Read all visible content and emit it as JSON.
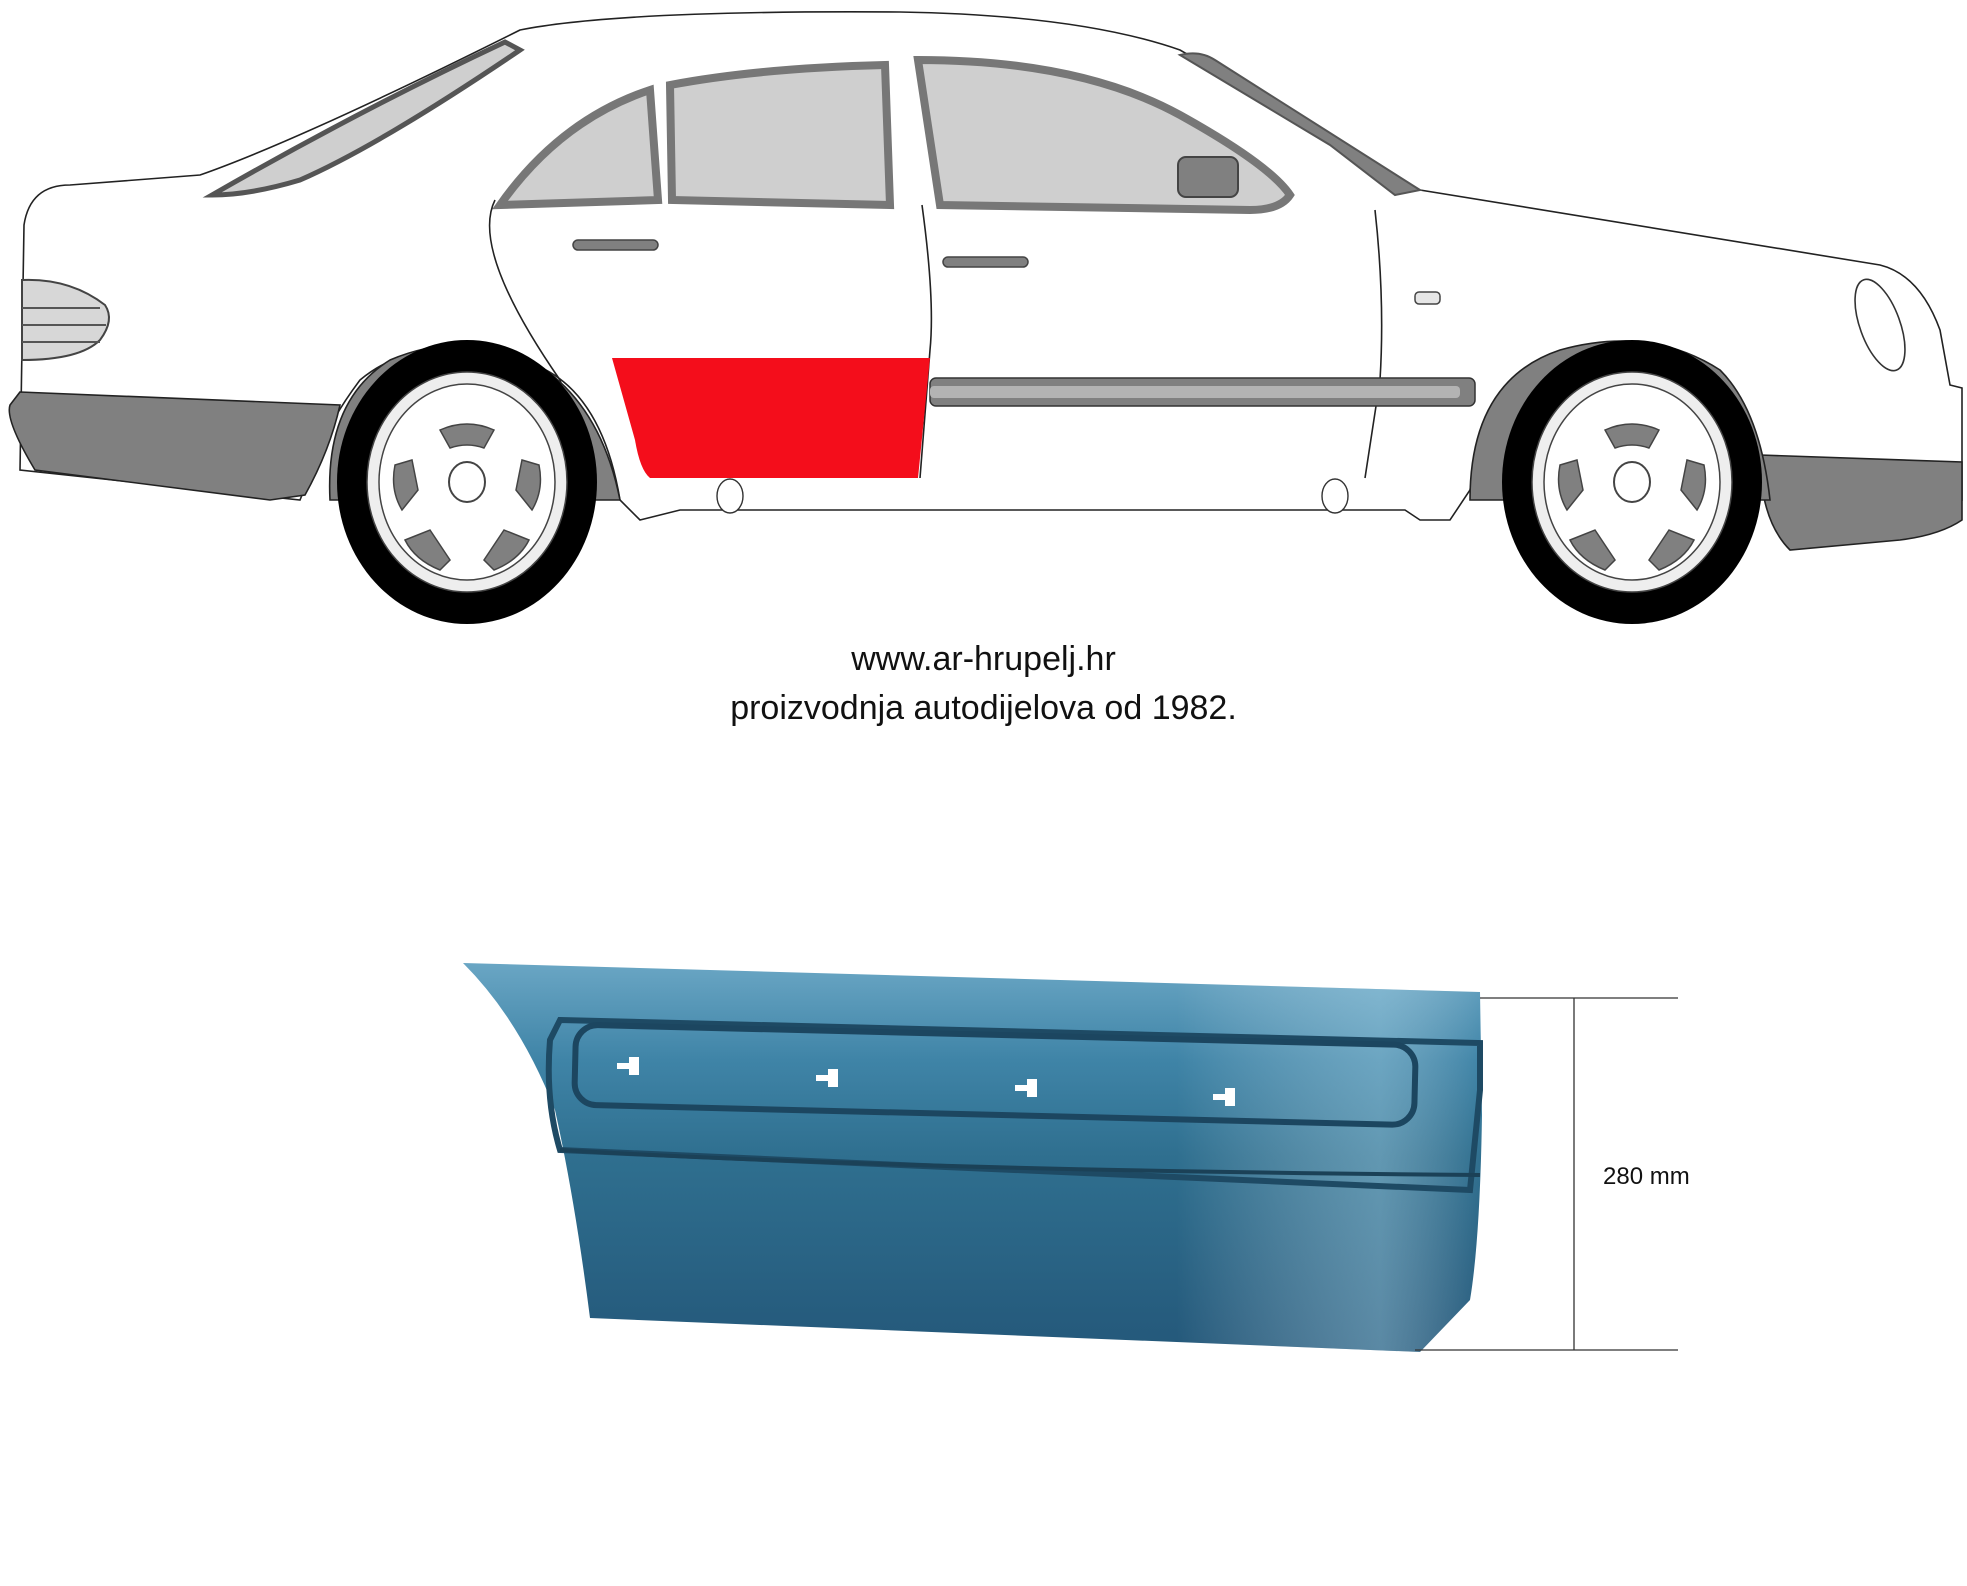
{
  "caption": {
    "website": "www.ar-hrupelj.hr",
    "tagline": "proizvodnja autodijelova od 1982."
  },
  "part": {
    "dimension_label": "280 mm",
    "highlight_color": "#f40d1b",
    "panel_color": "#2f6f8f"
  },
  "diagram": {
    "car_body_color": "#ffffff",
    "trim_color": "#808080",
    "glass_color": "#cfcfcf",
    "tire_color": "#000000",
    "rim_color": "#eeeeee"
  }
}
